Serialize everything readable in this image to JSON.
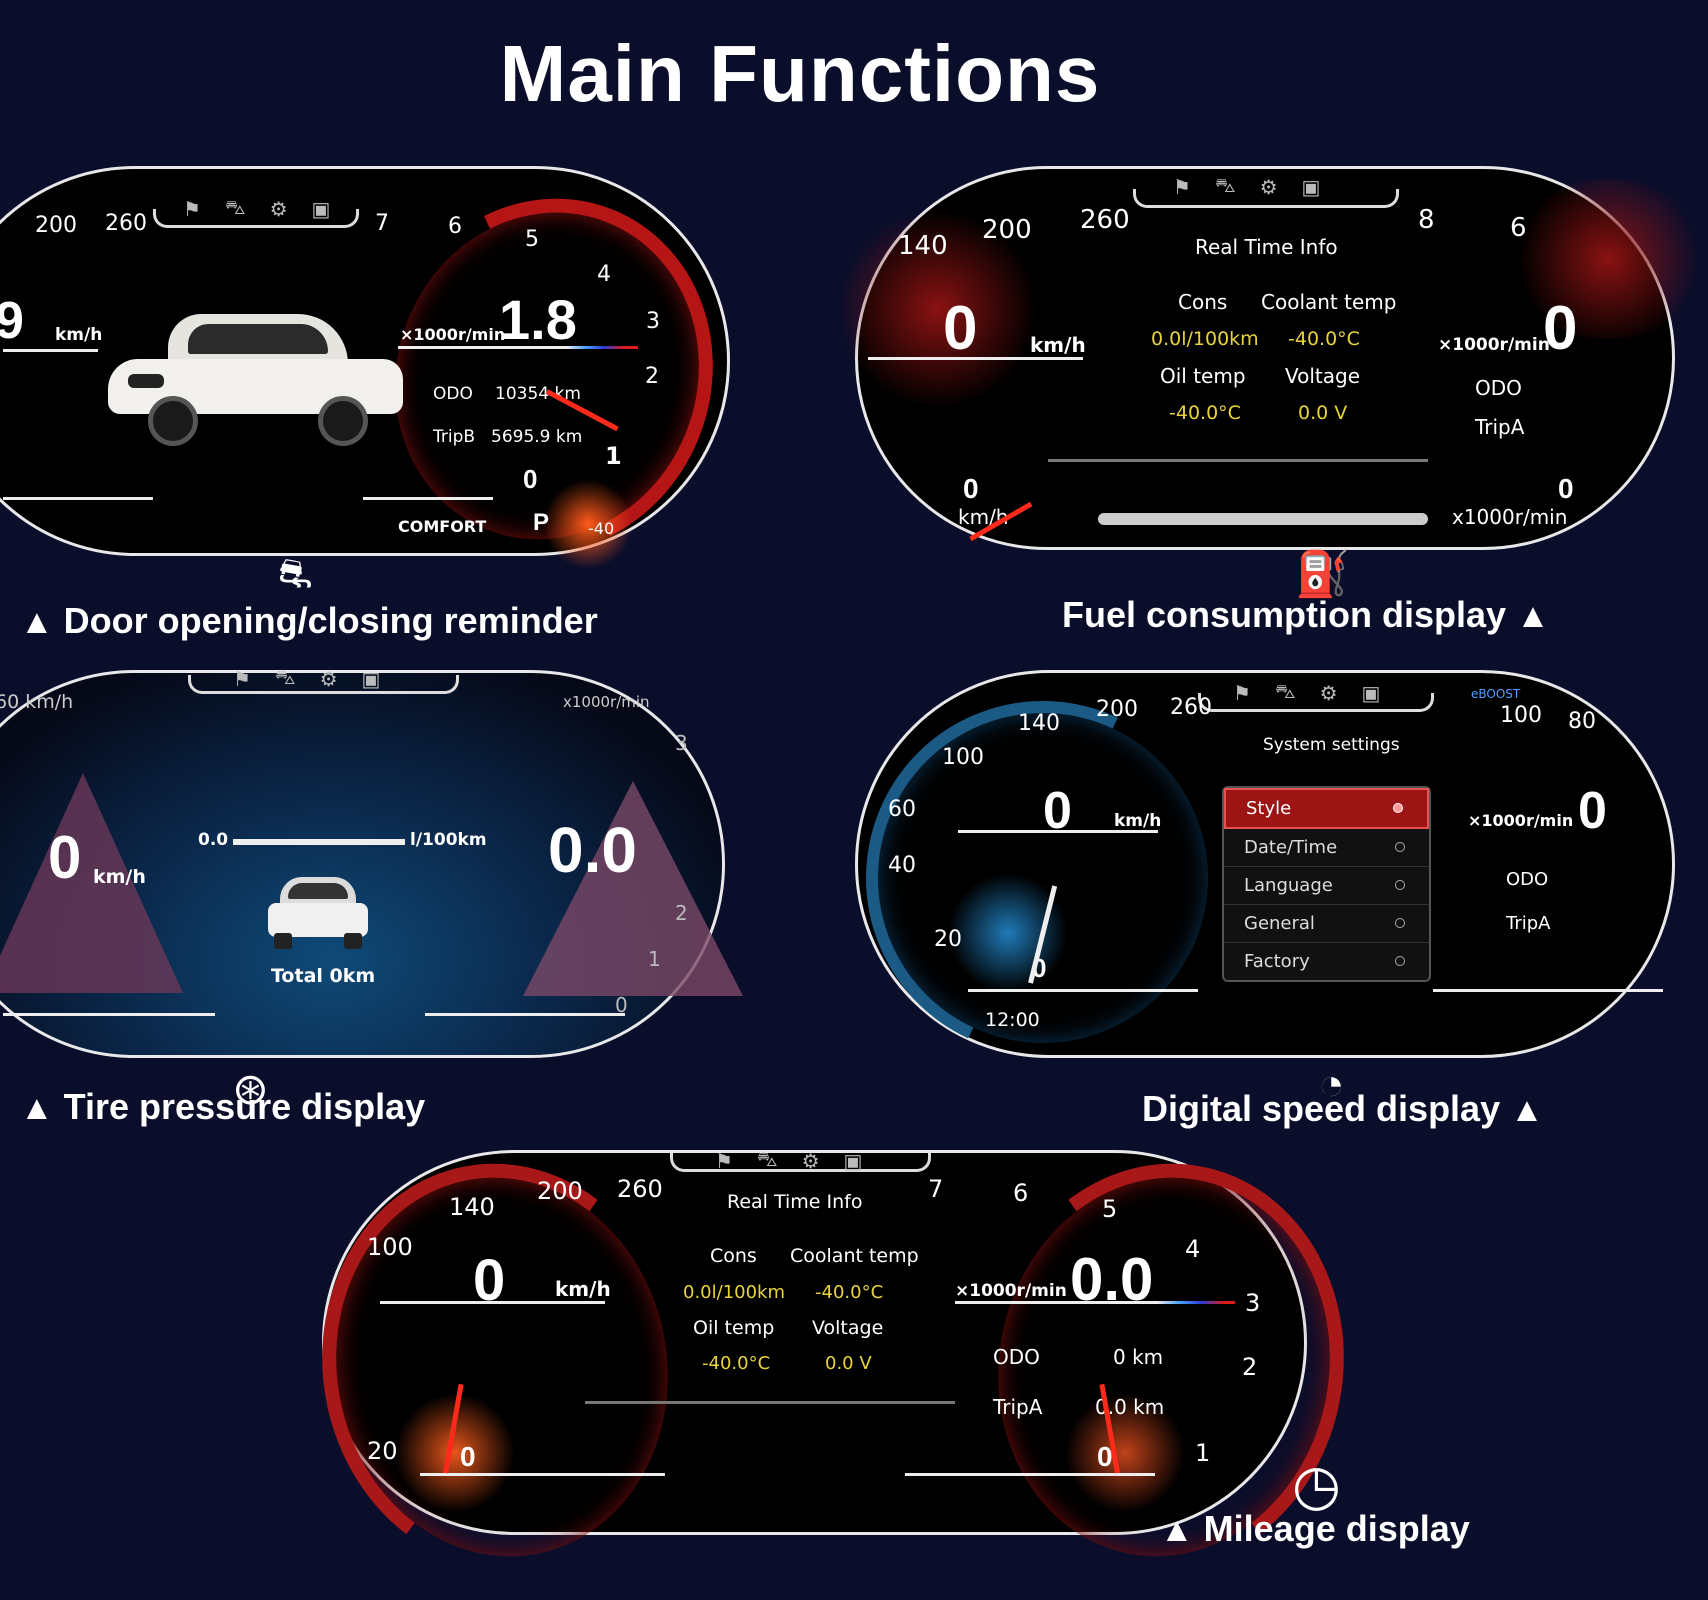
{
  "page_title": "Main Functions",
  "panel1": {
    "speed_ticks": [
      "200",
      "260"
    ],
    "speed_value": "9",
    "speed_unit": "km/h",
    "rpm_unit": "×1000r/min",
    "rpm_value": "1.8",
    "rpm_ticks": [
      "7",
      "6",
      "5",
      "4",
      "3",
      "2",
      "1",
      "0"
    ],
    "odo_label": "ODO",
    "odo_value": "10354 km",
    "trip_label": "TripB",
    "trip_value": "5695.9 km",
    "gear_zero": "0",
    "mode": "COMFORT",
    "gear": "P",
    "temp_partial": "-40"
  },
  "caption1": "Door opening/closing reminder",
  "panel2": {
    "speed_ticks": [
      "140",
      "200",
      "260"
    ],
    "rpm_ticks": [
      "8",
      "6"
    ],
    "header": "Real Time Info",
    "speed_value": "0",
    "speed_unit": "km/h",
    "rpm_unit": "×1000r/min",
    "rpm_value": "0",
    "cons_label": "Cons",
    "coolant_label": "Coolant temp",
    "cons_value": "0.0l/100km",
    "coolant_value": "-40.0°C",
    "oil_label": "Oil temp",
    "voltage_label": "Voltage",
    "oil_value": "-40.0°C",
    "voltage_value": "0.0 V",
    "odo_label": "ODO",
    "trip_label": "TripA",
    "bottom_left_unit": "km/h",
    "bottom_right_unit": "x1000r/min",
    "zero_left": "0",
    "zero_right": "0"
  },
  "caption2": "Fuel consumption display",
  "panel3": {
    "speed_partial": "60 km/h",
    "rpm_unit": "x1000r/min",
    "speed_value": "0",
    "speed_unit": "km/h",
    "cons_start": "0.0",
    "cons_unit": "l/100km",
    "rpm_value": "0.0",
    "total": "Total 0km",
    "rpm_ticks": [
      "3",
      "2",
      "1",
      "0"
    ]
  },
  "caption3": "Tire pressure display",
  "panel4": {
    "boost": "eBOOST",
    "speed_ticks": [
      "100",
      "140",
      "200",
      "260",
      "60",
      "40",
      "20"
    ],
    "rpm_ticks": [
      "100",
      "80"
    ],
    "header": "System settings",
    "speed_value": "0",
    "speed_unit": "km/h",
    "rpm_unit": "×1000r/min",
    "rpm_value": "0",
    "menu": [
      "Style",
      "Date/Time",
      "Language",
      "General",
      "Factory"
    ],
    "odo_label": "ODO",
    "trip_label": "TripA",
    "zero": "0",
    "clock": "12:00"
  },
  "caption4": "Digital speed display",
  "panel5": {
    "speed_ticks": [
      "140",
      "200",
      "260",
      "100",
      "20"
    ],
    "rpm_ticks": [
      "7",
      "6",
      "5",
      "4",
      "3",
      "2",
      "1"
    ],
    "header": "Real Time Info",
    "speed_value": "0",
    "speed_unit": "km/h",
    "rpm_unit": "×1000r/min",
    "rpm_value": "0.0",
    "cons_label": "Cons",
    "coolant_label": "Coolant temp",
    "cons_value": "0.0l/100km",
    "coolant_value": "-40.0°C",
    "oil_label": "Oil temp",
    "voltage_label": "Voltage",
    "oil_value": "-40.0°C",
    "voltage_value": "0.0 V",
    "odo_label": "ODO",
    "odo_value": "0 km",
    "trip_label": "TripA",
    "trip_value": "0.0 km",
    "zero_left": "0",
    "zero_right": "0"
  },
  "caption5": "Mileage display",
  "icons": [
    "door-car-icon",
    "fuel-pump-icon",
    "tire-icon",
    "speedometer-icon",
    "gauge-icon"
  ],
  "colors": {
    "background": "#0b0e2b",
    "accent_red": "#c01b1b",
    "accent_yellow": "#e8d43a",
    "accent_blue": "#1f7bb8"
  }
}
